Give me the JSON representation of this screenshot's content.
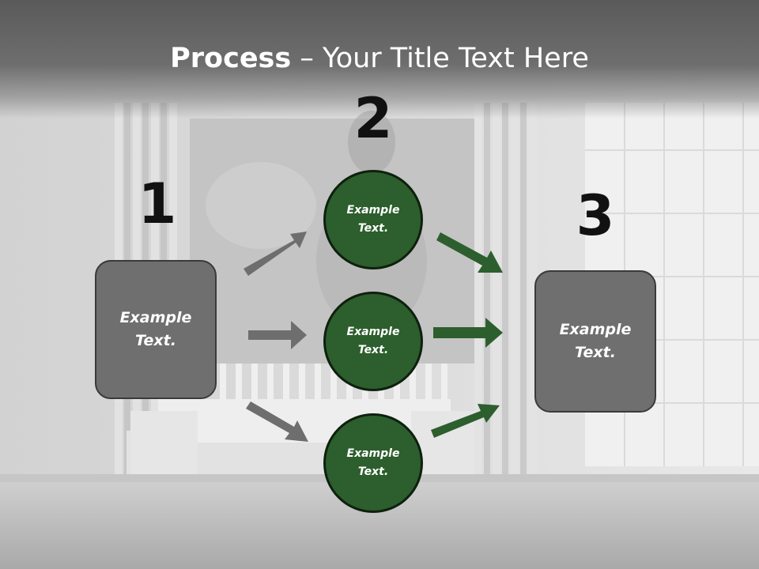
{
  "title": {
    "bold": "Process",
    "rest": " – Your Title Text Here"
  },
  "steps": [
    {
      "number": "1",
      "text": "Example Text."
    },
    {
      "number": "2",
      "nodes": [
        "Example Text.",
        "Example Text.",
        "Example Text."
      ]
    },
    {
      "number": "3",
      "text": "Example Text."
    }
  ],
  "colors": {
    "title_bar": "#6a6a6a",
    "box_fill": "#6f6f6f",
    "circle_fill": "#2d5e2d",
    "arrow_gray": "#6e6e6e",
    "arrow_green": "#2d5e2d"
  }
}
